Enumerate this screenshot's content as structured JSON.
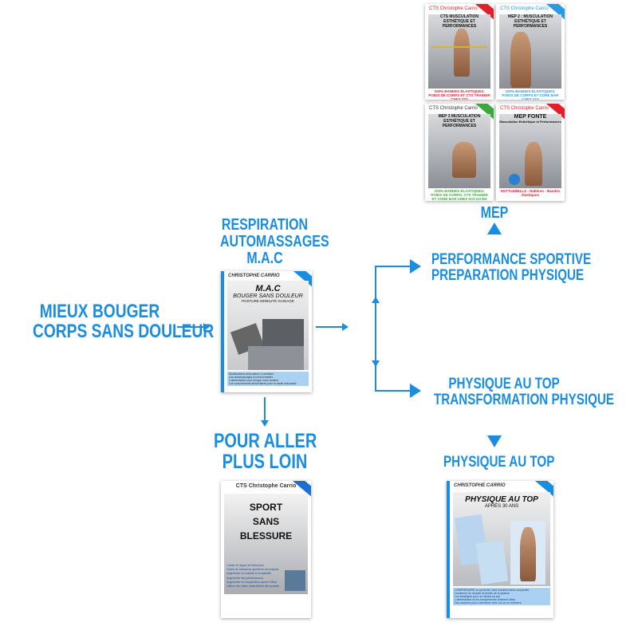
{
  "colors": {
    "accent": "#1b8de0"
  },
  "start": {
    "line1": "MIEUX  BOUGER",
    "line2": "CORPS SANS DOULEUR"
  },
  "mac": {
    "line1": "RESPIRATION",
    "line2": "AUTOMASSAGES",
    "line3": "M.A.C"
  },
  "branches": {
    "top": {
      "line1": "PERFORMANCE SPORTIVE",
      "line2": "PREPARATION PHYSIQUE"
    },
    "bottom": {
      "line1": "PHYSIQUE AU TOP",
      "line2": "TRANSFORMATION PHYSIQUE"
    }
  },
  "mep_label": "MEP",
  "pat_label": "PHYSIQUE AU TOP",
  "further": {
    "line1": "POUR ALLER",
    "line2": "PLUS LOIN"
  },
  "books": {
    "mep1": {
      "author": "CTS Christophe Carrio",
      "title": "CTS MUSCULATION ESTHÉTIQUE ET PERFORMANCES",
      "footer": "100% BANDES ÉLASTIQUES, POIDS DE CORPS ET CTS TRAINER CHEZ SOI",
      "color": "#e0202a"
    },
    "mep2": {
      "author": "CTS Christophe Carrio",
      "title": "MEP 2 : MUSCULATION ESTHÉTIQUE ET PERFORMANCES",
      "footer": "100% BANDES ÉLASTIQUES, POIDS DE CORPS ET CORE BAR CHEZ SOI",
      "color": "#2a9be0"
    },
    "mep3": {
      "author": "CTS Christophe Carrio",
      "title": "MEP 3 MUSCULATION ESTHÉTIQUE ET PERFORMANCES",
      "footer": "100% BANDES ÉLASTIQUES, POIDS DE CORPS, CTS TRAINER ET CORE BAR CHEZ SOI OU EN EXTÉRIEUR",
      "color": "#3aa83a"
    },
    "mep4": {
      "author": "CTS Christophe Carrio",
      "title": "MEP FONTE",
      "subtitle": "Musculation Esthétique et Performances",
      "footer": "KETTLEBELLS - Haltères - Bandes élastiques",
      "color": "#e0202a"
    },
    "mac": {
      "author": "CHRISTOPHE CARRIO",
      "title": "M.A.C",
      "subtitle": "BOUGER SANS DOULEUR",
      "tagline": "POSTURE MOBILITÉ GAINAGE",
      "bullets": [
        "Mobilisations Articulaires Contrôlées",
        "Les automassages incontournables",
        "L'alimentation pour bouger sans douleur",
        "Les compléments alimentaires pour la santé articulaire"
      ]
    },
    "ssb": {
      "author": "CTS Christophe Carrio",
      "title1": "SPORT",
      "title2": "SANS",
      "title3": "BLESSURE",
      "bullets": [
        "Limiter le risque de blessures",
        "Guérir de blessures sportives chroniques",
        "Augmenter la mobilité et la stabilité",
        "Augmenter les performances",
        "Augmenter la récupération après l'effort",
        "Utiliser les huiles essentielles des sportifs"
      ]
    },
    "pat": {
      "author": "CHRISTOPHE CARRIO",
      "title": "PHYSIQUE AU TOP",
      "subtitle": "APRÈS 30 ANS",
      "bullets": [
        "COMPRENDRE ce qui limite votre transformation corporelle",
        "Construire du muscle et perdre de la graisse",
        "Les stratégies pour un mental au top",
        "L'alimentation et les compléments vraiment utiles",
        "Des séances pour s'entraîner chez soi ou en extérieur"
      ]
    }
  }
}
